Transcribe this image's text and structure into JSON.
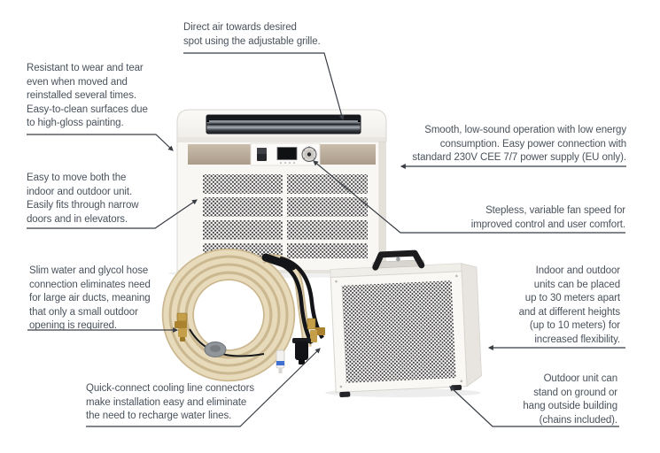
{
  "figure": {
    "title_hidden": "",
    "callouts": {
      "grille": {
        "lines": [
          "Direct air towards desired",
          "spot using the adjustable grille."
        ]
      },
      "durability": {
        "lines": [
          "Resistant to wear and tear",
          "even when moved and",
          "reinstalled several times.",
          "Easy-to-clean surfaces due",
          "to high-gloss painting."
        ]
      },
      "mobility": {
        "lines": [
          "Easy to move both the",
          "indoor and outdoor unit.",
          "Easily fits through narrow",
          "doors and in elevators."
        ]
      },
      "hose_connection": {
        "lines": [
          "Slim water and glycol hose",
          "connection eliminates need",
          "for large air ducts, meaning",
          "that only a small outdoor",
          "opening is required."
        ]
      },
      "quick_connect": {
        "lines": [
          "Quick-connect cooling line connectors",
          "make installation easy and eliminate",
          "the need to recharge water lines."
        ]
      },
      "power": {
        "lines": [
          "Smooth, low-sound operation with low energy",
          "consumption. Easy power connection with",
          "standard 230V CEE 7/7 power supply (EU only)."
        ]
      },
      "fan_speed": {
        "lines": [
          "Stepless, variable fan speed for",
          "improved control and user comfort."
        ]
      },
      "placement": {
        "lines": [
          "Indoor and outdoor",
          "units can be placed",
          "up to 30 meters apart",
          "and at different heights",
          "(up to 10 meters) for",
          "increased flexibility."
        ]
      },
      "outdoor_mounting": {
        "lines": [
          "Outdoor unit can",
          "stand on ground or",
          "hang outside building",
          "(chains included)."
        ]
      }
    },
    "colors": {
      "text": "#4a525c",
      "leader_line": "#383d44",
      "unit_body": "#f8f7f4",
      "trim_band": "#bdafa0",
      "grille_dark": "#1c1f23",
      "perforation": "#3a3a3e",
      "hose": "#e8dbbc",
      "hose_edge": "#cbb890",
      "brass": "#c29b43",
      "black_hose": "#141518",
      "handle": "#1c1c1f"
    }
  }
}
